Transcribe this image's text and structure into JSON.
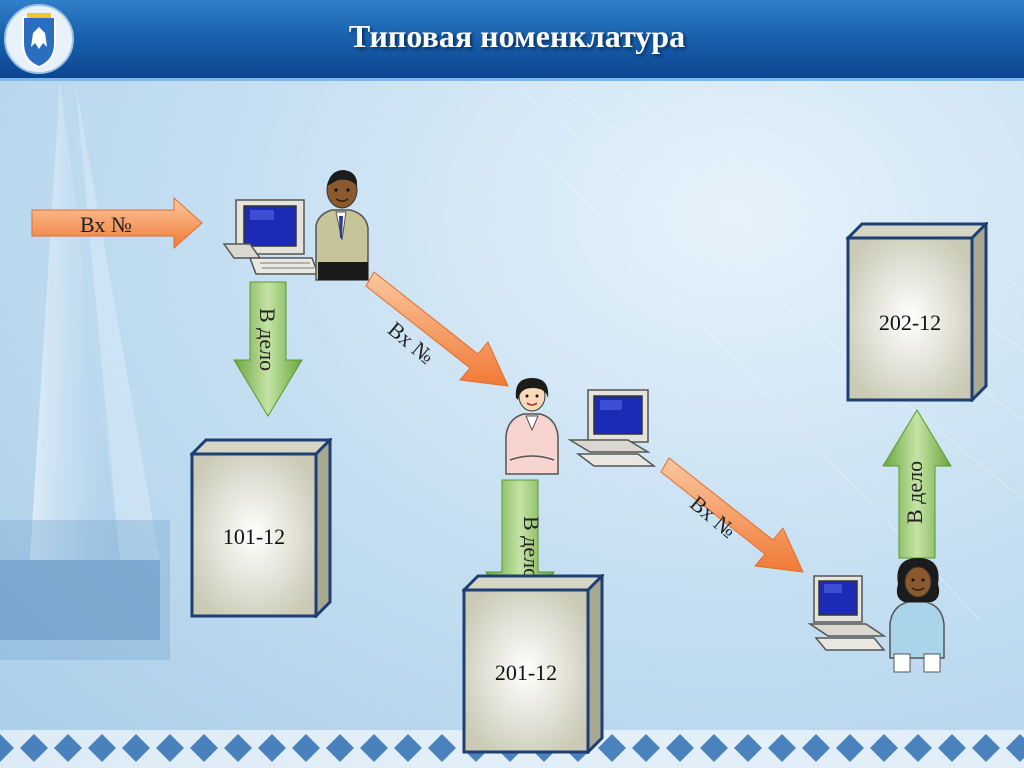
{
  "slide": {
    "title": "Типовая номенклатура"
  },
  "flow_labels": {
    "incoming_number": "Вх №",
    "to_file": "В дело"
  },
  "case_files": [
    {
      "code": "101-12"
    },
    {
      "code": "201-12"
    },
    {
      "code": "202-12"
    }
  ],
  "colors": {
    "header": "#1a62ae",
    "orange_arrow": "#f58a4a",
    "green_arrow": "#8bc34a",
    "box_face": "#ededde",
    "box_outline": "#1d3f73"
  },
  "icons": [
    "coat-of-arms-logo",
    "computer-icon",
    "person-icon",
    "ornament-border"
  ]
}
